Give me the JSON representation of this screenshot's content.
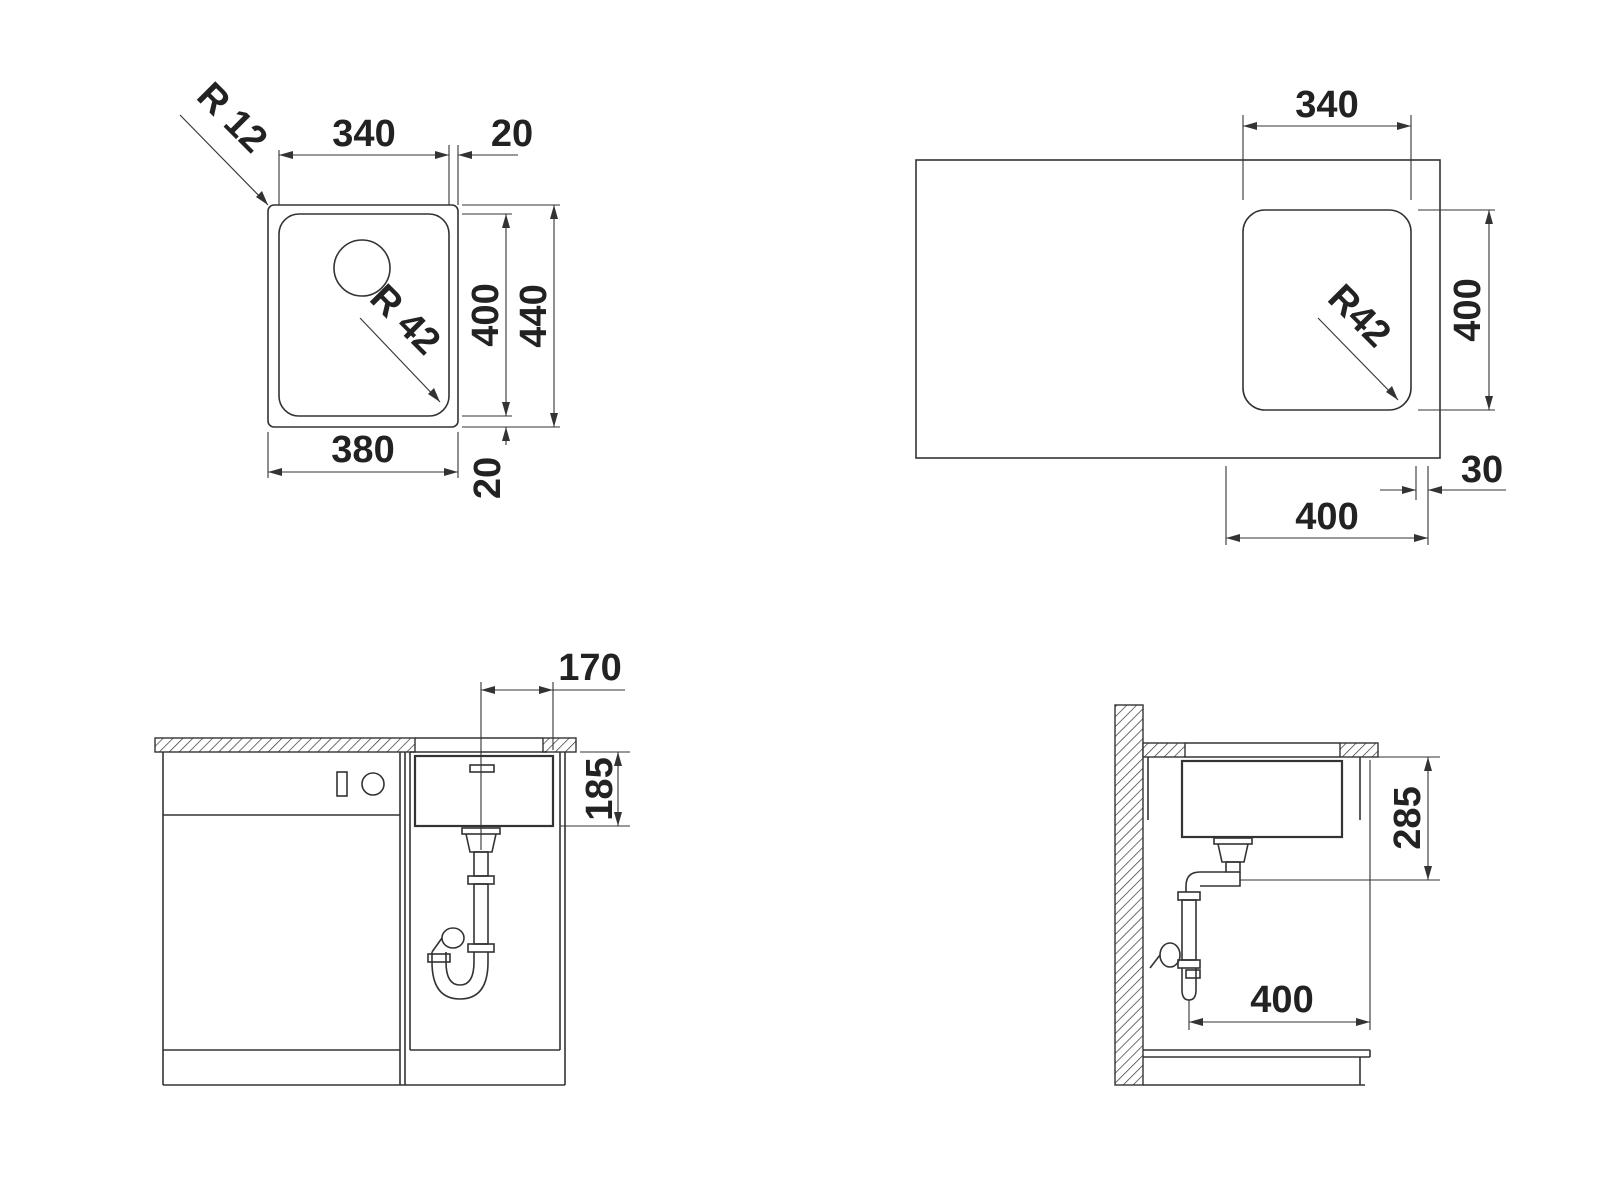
{
  "colors": {
    "line": "#333333",
    "text": "#222222",
    "background": "#ffffff"
  },
  "views": {
    "top_sink": {
      "corner_radius_outer": "R 12",
      "inner_width": "340",
      "rim_right": "20",
      "inner_depth": "400",
      "outer_depth": "440",
      "inner_radius": "R 42",
      "outer_width": "380",
      "rim_bottom": "20"
    },
    "top_cutout": {
      "inner_width": "340",
      "inner_depth": "400",
      "inner_radius": "R42",
      "front_offset": "30",
      "cabinet_width": "400"
    },
    "front_section": {
      "drain_offset": "170",
      "bowl_depth": "185"
    },
    "side_section": {
      "install_depth": "285",
      "cabinet_width": "400"
    }
  }
}
